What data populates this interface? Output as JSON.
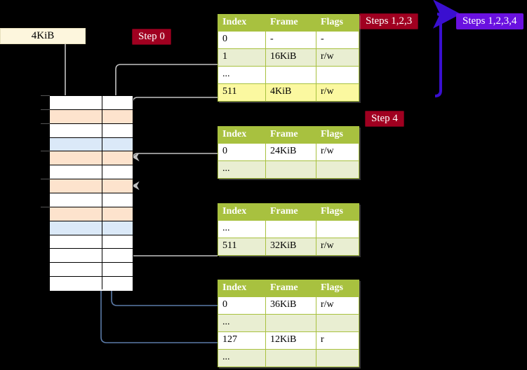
{
  "diagram": {
    "title": "page-table-walk",
    "labels": {
      "page_box": "4KiB",
      "step0": "Step 0",
      "step4": "Step 4",
      "steps123": "Steps 1,2,3",
      "steps1234": "Steps 1,2,3,4"
    },
    "colors": {
      "header_green": "#a8c13f",
      "row_alt": "#e9eed2",
      "highlight_yellow": "#fbf8a0",
      "badge_crimson": "#a00020",
      "badge_violet": "#6a11e0",
      "page_box_fill": "#fdf6dd",
      "mem_peach": "#fde3cd",
      "mem_blue": "#dbe9f8",
      "wire_gray": "#b9b9b9",
      "wire_blue": "#5b7ba8"
    },
    "tables": [
      {
        "name": "pml4-table",
        "columns": [
          "Index",
          "Frame",
          "Flags"
        ],
        "rows": [
          {
            "index": "0",
            "frame": "-",
            "flags": "-",
            "style": "plain"
          },
          {
            "index": "1",
            "frame": "16KiB",
            "flags": "r/w",
            "style": "alt"
          },
          {
            "index": "...",
            "frame": "",
            "flags": "",
            "style": "plain"
          },
          {
            "index": "511",
            "frame": "4KiB",
            "flags": "r/w",
            "style": "highlight"
          }
        ]
      },
      {
        "name": "pdpt-table",
        "columns": [
          "Index",
          "Frame",
          "Flags"
        ],
        "rows": [
          {
            "index": "0",
            "frame": "24KiB",
            "flags": "r/w",
            "style": "plain"
          },
          {
            "index": "...",
            "frame": "",
            "flags": "",
            "style": "alt"
          }
        ]
      },
      {
        "name": "pd-table",
        "columns": [
          "Index",
          "Frame",
          "Flags"
        ],
        "rows": [
          {
            "index": "...",
            "frame": "",
            "flags": "",
            "style": "plain"
          },
          {
            "index": "511",
            "frame": "32KiB",
            "flags": "r/w",
            "style": "alt"
          }
        ]
      },
      {
        "name": "pt-table",
        "columns": [
          "Index",
          "Frame",
          "Flags"
        ],
        "rows": [
          {
            "index": "0",
            "frame": "36KiB",
            "flags": "r/w",
            "style": "plain"
          },
          {
            "index": "...",
            "frame": "",
            "flags": "",
            "style": "alt"
          },
          {
            "index": "127",
            "frame": "12KiB",
            "flags": "r",
            "style": "plain"
          },
          {
            "index": "...",
            "frame": "",
            "flags": "",
            "style": "alt"
          }
        ]
      }
    ],
    "memory_grid": {
      "name": "physical-memory-frames",
      "rows": [
        {
          "fill": "white"
        },
        {
          "fill": "peach"
        },
        {
          "fill": "white"
        },
        {
          "fill": "blue"
        },
        {
          "fill": "peach"
        },
        {
          "fill": "white"
        },
        {
          "fill": "peach"
        },
        {
          "fill": "white"
        },
        {
          "fill": "peach"
        },
        {
          "fill": "blue"
        },
        {
          "fill": "white"
        },
        {
          "fill": "white"
        },
        {
          "fill": "white"
        },
        {
          "fill": "white"
        }
      ]
    }
  }
}
